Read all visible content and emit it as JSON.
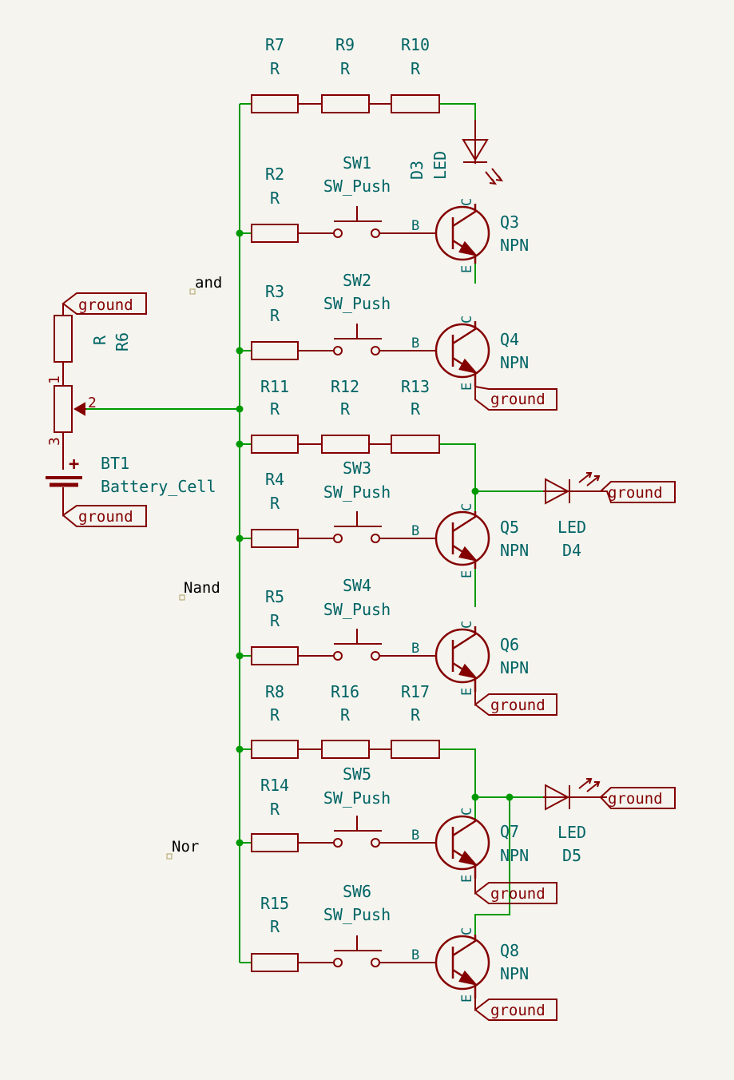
{
  "colors": {
    "wire": "#009a00",
    "symbol": "#840000",
    "text": "#006464",
    "background": "#f5f4ef",
    "label": "#000000"
  },
  "resistors": {
    "r7": {
      "ref": "R7",
      "val": "R"
    },
    "r9": {
      "ref": "R9",
      "val": "R"
    },
    "r10": {
      "ref": "R10",
      "val": "R"
    },
    "r2": {
      "ref": "R2",
      "val": "R"
    },
    "r3": {
      "ref": "R3",
      "val": "R"
    },
    "r11": {
      "ref": "R11",
      "val": "R"
    },
    "r12": {
      "ref": "R12",
      "val": "R"
    },
    "r13": {
      "ref": "R13",
      "val": "R"
    },
    "r4": {
      "ref": "R4",
      "val": "R"
    },
    "r5": {
      "ref": "R5",
      "val": "R"
    },
    "r8": {
      "ref": "R8",
      "val": "R"
    },
    "r16": {
      "ref": "R16",
      "val": "R"
    },
    "r17": {
      "ref": "R17",
      "val": "R"
    },
    "r14": {
      "ref": "R14",
      "val": "R"
    },
    "r15": {
      "ref": "R15",
      "val": "R"
    },
    "r6": {
      "ref": "R6",
      "val": "R"
    }
  },
  "switches": {
    "sw1": {
      "ref": "SW1",
      "val": "SW_Push"
    },
    "sw2": {
      "ref": "SW2",
      "val": "SW_Push"
    },
    "sw3": {
      "ref": "SW3",
      "val": "SW_Push"
    },
    "sw4": {
      "ref": "SW4",
      "val": "SW_Push"
    },
    "sw5": {
      "ref": "SW5",
      "val": "SW_Push"
    },
    "sw6": {
      "ref": "SW6",
      "val": "SW_Push"
    }
  },
  "transistors": {
    "q3": {
      "ref": "Q3",
      "val": "NPN"
    },
    "q4": {
      "ref": "Q4",
      "val": "NPN"
    },
    "q5": {
      "ref": "Q5",
      "val": "NPN"
    },
    "q6": {
      "ref": "Q6",
      "val": "NPN"
    },
    "q7": {
      "ref": "Q7",
      "val": "NPN"
    },
    "q8": {
      "ref": "Q8",
      "val": "NPN"
    }
  },
  "pins": {
    "base": "B",
    "collector": "C",
    "emitter": "E"
  },
  "leds": {
    "d3": {
      "ref": "D3",
      "val": "LED"
    },
    "d4": {
      "ref": "D4",
      "val": "LED"
    },
    "d5": {
      "ref": "D5",
      "val": "LED"
    }
  },
  "battery": {
    "ref": "BT1",
    "val": "Battery_Cell",
    "plus": "+"
  },
  "pot": {
    "pin1": "1",
    "pin2": "2",
    "pin3": "3"
  },
  "power": {
    "ground": "ground"
  },
  "labels": {
    "and": "and",
    "nand": "Nand",
    "nor": "Nor"
  }
}
